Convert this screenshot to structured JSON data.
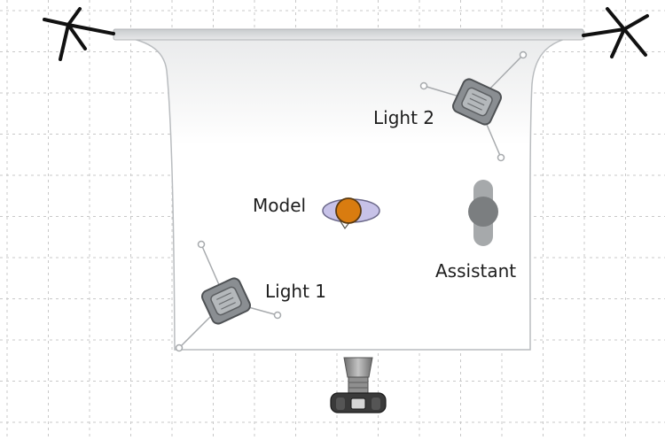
{
  "labels": {
    "light_2": "Light 2",
    "model": "Model",
    "assistant": "Assistant",
    "light_1": "Light 1"
  },
  "colors": {
    "background": "#ffffff",
    "grid": "#c8c8c8",
    "backdrop": "#ffffff",
    "backdrop_edge": "#b9bcbf",
    "roll": "#d5d7d9",
    "stand": "#111111",
    "light_body": "#8a8e92",
    "light_panel": "#b4b8bb",
    "model_head": "#d97c10",
    "model_shoulders": "#c7c2e8",
    "assistant": "#7b7e80",
    "camera": "#3a3a3a",
    "lens": "#9a9a9a",
    "label": "#1e1e1e"
  },
  "icons": {
    "backdrop_stands": "c-stand-icon",
    "lights": "softbox-light-icon",
    "model": "person-top-view-icon",
    "assistant": "person-top-view-icon",
    "camera": "camera-icon"
  }
}
